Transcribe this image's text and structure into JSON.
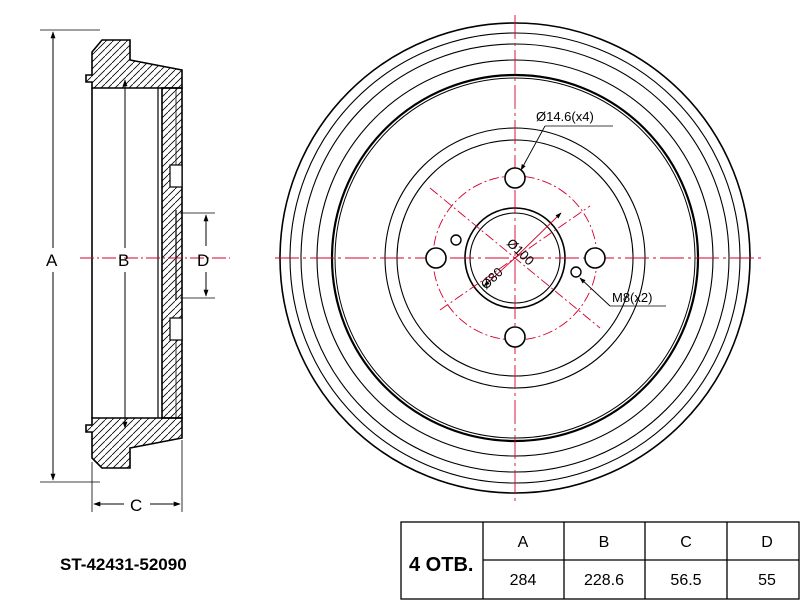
{
  "part_number": "ST-42431-52090",
  "side_view": {
    "dim_labels": {
      "a": "A",
      "b": "B",
      "c": "C",
      "d": "D"
    }
  },
  "front_view": {
    "callouts": {
      "stud_holes": "Ø14.6(x4)",
      "threaded_holes": "M8(x2)",
      "pcd": "Ø100",
      "center_bore": "Ø80"
    }
  },
  "spec_table": {
    "qty_label": "4 ОТВ.",
    "headers": [
      "A",
      "B",
      "C",
      "D"
    ],
    "values": [
      "284",
      "228.6",
      "56.5",
      "55"
    ]
  },
  "colors": {
    "outline": "#000000",
    "center_lines": "#d4002a"
  }
}
